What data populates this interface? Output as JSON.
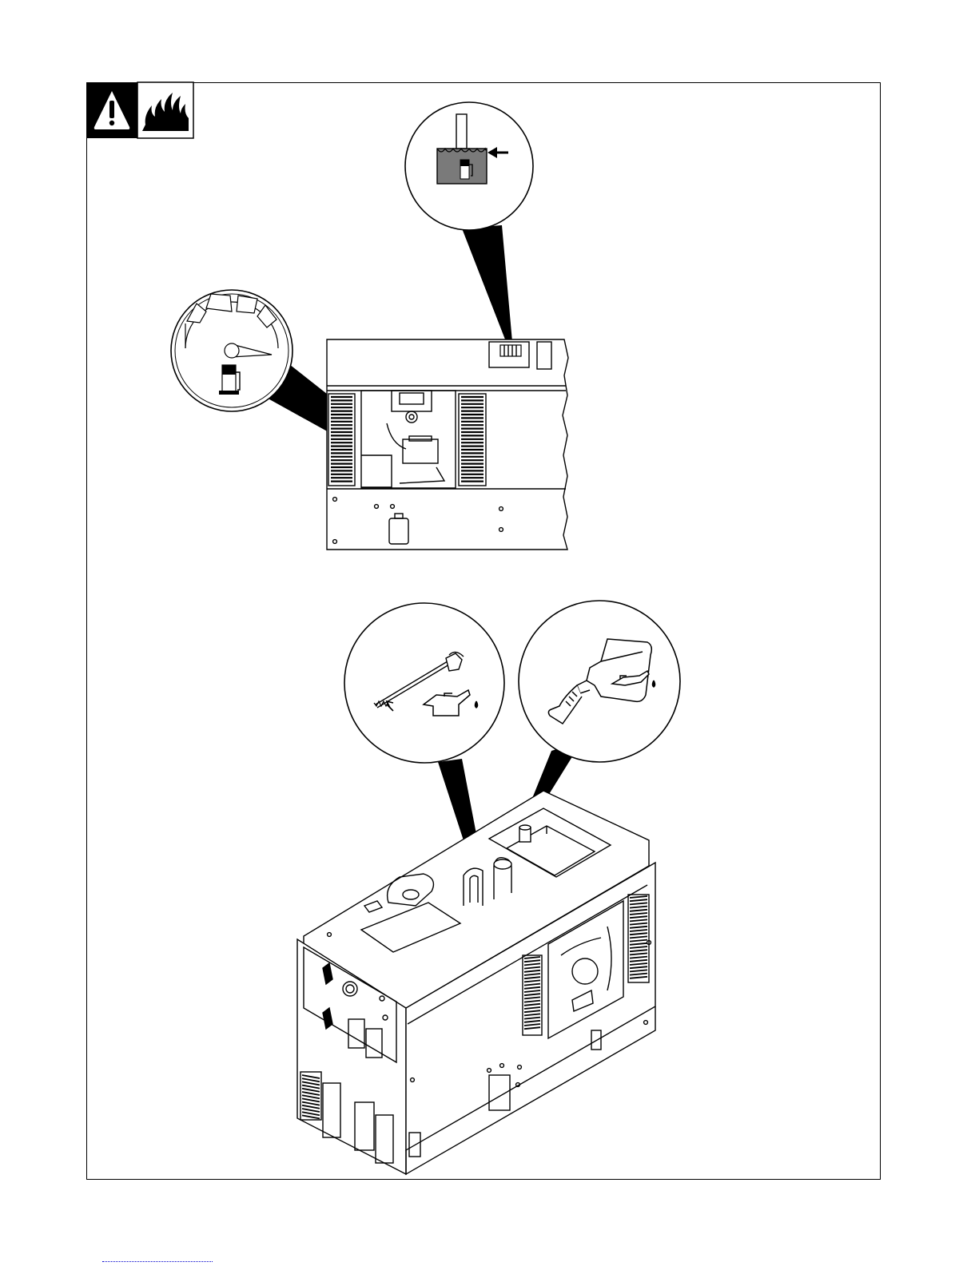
{
  "page": {
    "background": "#ffffff",
    "line_color": "#000000",
    "fill_gray": "#777777"
  },
  "warning_badges": [
    {
      "icon": "warning-triangle-icon"
    },
    {
      "icon": "fire-hazard-icon"
    }
  ],
  "callouts": [
    {
      "icon": "fuel-tank-fill-level-icon",
      "target": "fuel-cap"
    },
    {
      "icon": "fuel-gauge-icon",
      "target": "fuel-gauge"
    },
    {
      "icon": "oil-dipstick-icon",
      "target": "dipstick"
    },
    {
      "icon": "oil-fill-bottle-icon",
      "target": "oil-fill-cap"
    }
  ],
  "footer": {
    "link_color": "#0000cc"
  }
}
